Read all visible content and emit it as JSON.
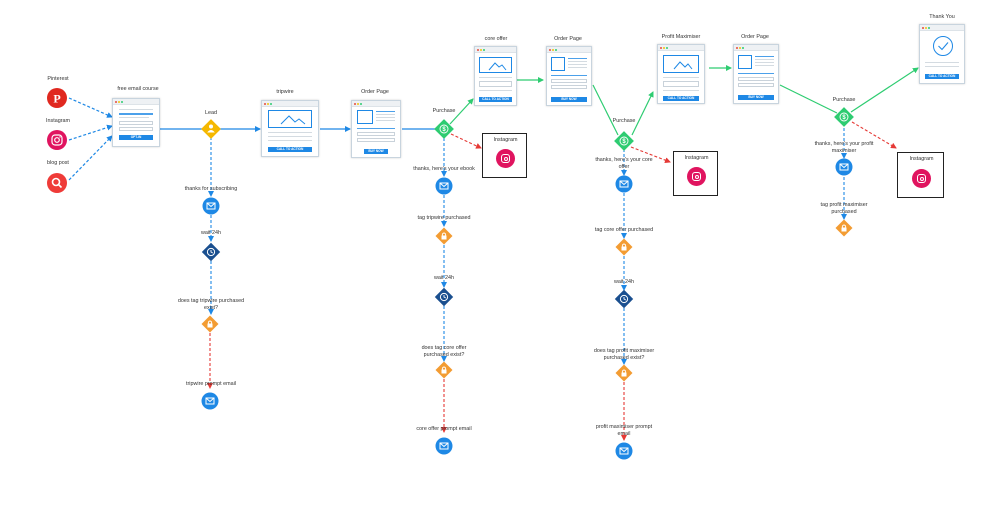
{
  "sources": {
    "pinterest": "Pinterest",
    "instagram": "Instagram",
    "blog_post": "blog post"
  },
  "pages": {
    "free_email_course": {
      "title": "free email course",
      "button": "OPT-IN"
    },
    "tripwire": {
      "title": "tripwire",
      "button": "CALL TO ACTION"
    },
    "order_page_1": {
      "title": "Order Page",
      "button": "BUY NOW"
    },
    "core_offer": {
      "title": "core offer",
      "button": "CALL TO ACTION"
    },
    "order_page_2": {
      "title": "Order Page",
      "button": "BUY NOW"
    },
    "profit_maximiser": {
      "title": "Profit Maximiser",
      "button": "CALL TO ACTION"
    },
    "order_page_3": {
      "title": "Order Page",
      "button": "BUY NOW"
    },
    "thank_you": {
      "title": "Thank You",
      "button": "CALL TO ACTION"
    }
  },
  "events": {
    "lead": "Lead",
    "purchase_1": "Purchase",
    "purchase_2": "Purchase",
    "purchase_3": "Purchase"
  },
  "retargeting": {
    "ig_1": "Instagram",
    "ig_2": "Instagram",
    "ig_3": "Instagram"
  },
  "lead_branch": {
    "email_1": "thanks for subscribing",
    "wait": "wait 24h",
    "condition": "does tag tripwire purchased exist?",
    "email_2": "tripwire prompt email"
  },
  "purchase_1_branch": {
    "email_1": "thanks, here's your ebook",
    "tag": "tag tripwire purchased",
    "wait": "wait 24h",
    "condition": "does tag core offer purchased exist?",
    "email_2": "core offer prompt email"
  },
  "purchase_2_branch": {
    "email_1": "thanks, here's your core offer",
    "tag": "tag core offer purchased",
    "wait": "wait 24h",
    "condition": "does tag profit maximiser purchased exist?",
    "email_2": "profit maximiser prompt email"
  },
  "purchase_3_branch": {
    "email_1": "thanks, here's your profit maximiser",
    "tag": "tag profit maximiser purchased"
  },
  "colors": {
    "blue": "#1e88e5",
    "green": "#2ecc71",
    "red": "#e53935",
    "orange": "#f39c32",
    "navy": "#1a4f8f",
    "lead_gold": "#f5b800",
    "pinterest": "#e0281f",
    "instagram": "#e0145f",
    "search": "#ef3b38"
  },
  "icons": {
    "email": "envelope-icon",
    "wait": "clock-icon",
    "tag": "lock-icon",
    "purchase": "dollar-icon",
    "lead": "person-icon"
  }
}
